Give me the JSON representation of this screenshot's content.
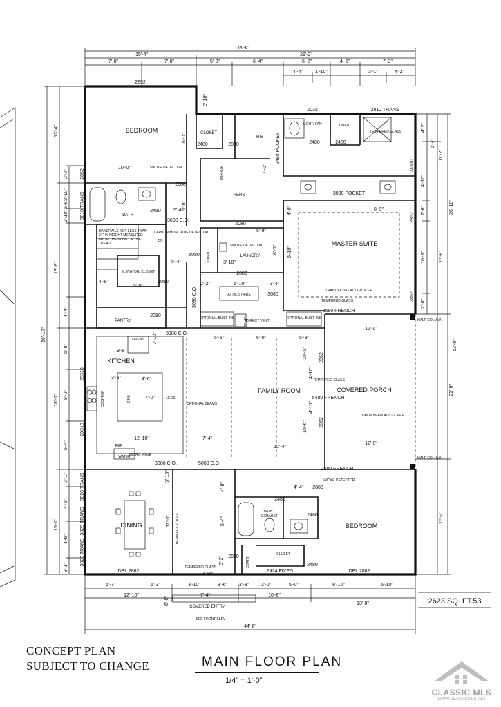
{
  "rooms": {
    "bedroom_nw": "BEDROOM",
    "bath_nw": "BATH",
    "closet_nw": "CLOSET",
    "his": "HIS",
    "hers": "HERS",
    "mirror": "MIRROR",
    "linen_top": "LINEN",
    "linen_mid": "LINEN",
    "laundry": "LAUNDRY",
    "master_suite": "MASTER SUITE",
    "tray_ceiling": "TRAY CEILING AT 11'-0\" A.F.F.",
    "attic_stairs": "ATTIC STAIRS",
    "pantry": "PANTRY",
    "elevator": "ELEVATOR/ CLOSET",
    "dn": "DN",
    "handrails": "HANDRAILS NOT LESS THAN 34\" IN HEIGHT MEASURED FROM THE NOSE OF THE TREAD.",
    "kitchen": "KITCHEN",
    "ovens": "OVENS",
    "cooktop": "COOKTOP",
    "sink": "SINK",
    "legs": "LEGS",
    "ref": "REF.",
    "water": "WATER",
    "micro_wave": "MICRO WAVE",
    "family_room": "FAMILY ROOM",
    "optional_beams": "OPTIONAL BEAMS",
    "optional_builtins_1": "OPTIONAL BUILT-INS",
    "optional_builtins_2": "OPTIONAL BUILT-INS",
    "direct_vent": "DIRECT VENT",
    "covered_porch": "COVERED PORCH",
    "drop_beam": "DROP BEAM AT 8'-0\" A.F.F.",
    "half_column_1": "HALF COLUMN",
    "half_column_2": "HALF COLUMN",
    "tempered_glass_1": "TEMPERED GLASS",
    "tempered_glass_2": "TEMPERED GLASS",
    "tempered_glass_3": "TEMPERED GLASS",
    "tempered_glass_4": "TEMPERED GLASS",
    "dining": "DINING",
    "beam_dining": "BEAM AT 8'-0\" A.F.F.",
    "bedroom_se": "BEDROOM",
    "bath_se": "BATH",
    "exhaust": "EXHAUST",
    "closet_se": "CLOSET",
    "coats": "COATS",
    "covered_entry": "COVERED ENTRY",
    "see_front": "SEE FRONT ELEV",
    "smoke_detector": "SMOKE DETECTOR",
    "carbon_monoxide": "CARBON MONOXIDE DETECTOR"
  },
  "windows": {
    "w_2852_top": "2852",
    "w_2852_left": "2852",
    "w_3010_trans": "3010 TRANS",
    "w_2032": "2032",
    "w_2810_trans": "2810 TRANS",
    "w_24310": "24310",
    "w_2852_ms1": "2852",
    "w_2852_ms2": "2852",
    "w_20310_a": "20310",
    "w_20310_b": "20310",
    "w_3020_trans_a": "3020 TRANS",
    "w_3020_trans_b": "3020 TRANS",
    "w_3020_trans_c": "3020 TRANS",
    "w_dbl_2862_a": "DBL 2862",
    "w_dbl_2862_b": "DBL 2862",
    "w_2424_fixed": "2424 FIXED",
    "w_2862_a": "2862",
    "w_2862_b": "2862"
  },
  "doors": {
    "d_2480_a": "2480",
    "d_2880_a": "2880",
    "d_2480_b": "2480",
    "d_3680_co": "3680 C.O.",
    "d_2080_a": "2080",
    "d_5080": "5080",
    "d_2880_b": "2880",
    "d_3080_a": "3080",
    "d_3080_b": "3080",
    "d_2080_b": "2080",
    "d_3080_co_a": "3080 C.O.",
    "d_3080_co_b": "3080 C.O.",
    "d_3080_c": "3080",
    "d_2680_french": "2680 FRENCH",
    "d_5480_french": "5480 FRENCH",
    "d_2680_french_b": "2680 FRENCH",
    "d_3080_co_c": "3080 C.O.",
    "d_5080_co": "5080 C.O.",
    "d_2880_c": "2880",
    "d_2480_c": "2480",
    "d_2480_d": "2480",
    "d_2480_e": "2480",
    "d_2880_d": "2880",
    "d_3080_d": "3080",
    "d_2480_f": "2480",
    "d_3080_pocket": "3080 POCKET",
    "d_2480_pocket": "2480 POCKET",
    "d_2080_c": "2080",
    "d_2480_g": "2480",
    "light_fan": "LIGHT/ FAN"
  },
  "dims_top": {
    "overall": "44'-6\"",
    "left": "15'-4\"",
    "right": "29'-2\"",
    "a": "7'-8\"",
    "b": "7'-8\"",
    "c": "5'-0\"",
    "d": "6'-4\"",
    "e": "6'-2\"",
    "f": "4'-5\"",
    "g": "7'-3\"",
    "h": "4'-4\"",
    "i": "1'-10\"",
    "j": "3'-1\"",
    "k": "4'-2\""
  },
  "dims_bottom": {
    "row1": [
      "6'-7\"",
      "6'-3\"",
      "3'-10\"",
      "3'-6\"",
      "2'-8\"",
      "3'-0\"",
      "5'-0\"",
      "6'-10\"",
      "6'-10\""
    ],
    "row2": [
      "12'-10\"",
      "7'-4\"",
      "10'-8\"",
      "13'-8\""
    ],
    "overall": "44'-6\"",
    "side": "6'-0\""
  },
  "dims_left": {
    "overall": "66'-10\"",
    "segments": [
      "13'-4\"",
      "13'-8\"",
      "18'-0\"",
      "15'-2\""
    ],
    "fine": [
      "2'-0\"",
      "2'-10\"",
      "5'-8\"",
      "2'-10\"",
      "4'-4\"",
      "5'-8\"",
      "8'-0\"",
      "5'-4\"",
      "3'-1\"",
      "4'-6\"",
      "4'-6\"",
      "3'-1\""
    ]
  },
  "dims_right": {
    "overall": "63'-0\"",
    "a": "26'-10\"",
    "b": "15'-8\"",
    "c": "21'-0\"",
    "d": "15'-2\"",
    "e": "11'-2\"",
    "fine": [
      "4'-2\"",
      "6'-4\"",
      "4'-10\"",
      "2'-6\"",
      "10'-8\"",
      "2'-6\""
    ]
  },
  "dims_interior": {
    "bed_w": "10'-0\"",
    "ms_w": "8'-9\"",
    "porch_w1": "12'-0\"",
    "porch_w2": "12'-0\"",
    "fr_a": "5'-5\"",
    "fr_b": "6'-0\"",
    "fr_c": "5'-9\"",
    "fr_d": "12'-4\"",
    "fr_e": "7'-4\"",
    "k_a": "9'-8\"",
    "k_b": "3'-6\"",
    "k_c": "4'-6\"",
    "k_d": "7'-0\"",
    "k_e": "12'-10\"",
    "l_a": "5'-9\"",
    "l_b": "3'-10\"",
    "l_c": "6'-10\"",
    "l_d": "2'-2\"",
    "l_e": "2'-4\"",
    "st_a": "4'-8\"",
    "st_b": "5'-0\"",
    "st_c": "5'-4\"",
    "st_d": "5'-4\"",
    "bath_se_a": "4'-4\"",
    "bath_se_b": "4'-8\"",
    "bath_se_c": "5'-4\"",
    "dining_h": "11'-6\"",
    "v_a": "6'-0\"",
    "v_b": "5'-8\"",
    "v_c": "3'-10\"",
    "v_d": "4'-0\"",
    "v_e": "6'-10\"",
    "v_f": "10'-6\"",
    "v_g": "10'-6\"",
    "v_h": "4'-10\"",
    "v_i": "4'-10\"",
    "v_j": "7'-0\"",
    "v_k": "8'-0\"",
    "v_l": "2'-4\"",
    "v_m": "5'-2\"",
    "v_n": "7'-10\"",
    "v_o": "3'-10\""
  },
  "sqft": "2623 SQ. FT.53",
  "notes": {
    "concept_1": "CONCEPT PLAN",
    "concept_2": "SUBJECT TO CHANGE",
    "title": "MAIN FLOOR PLAN",
    "scale": "1/4\" = 1'-0\""
  },
  "logo": {
    "name": "CLASSIC MLS",
    "url": "WWW.CLASSICMLS.NET"
  }
}
